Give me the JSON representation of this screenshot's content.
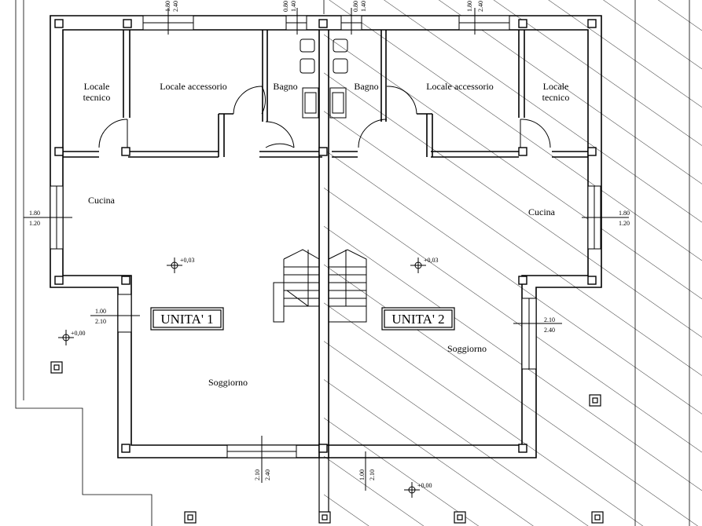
{
  "units": [
    {
      "id": "unit1",
      "label": "UNITA' 1"
    },
    {
      "id": "unit2",
      "label": "UNITA' 2"
    }
  ],
  "rooms": {
    "unit1": {
      "locale_tecnico": [
        "Locale",
        "tecnico"
      ],
      "locale_accessorio": "Locale accessorio",
      "bagno": "Bagno",
      "cucina": "Cucina",
      "soggiorno": "Soggiorno"
    },
    "unit2": {
      "locale_tecnico": [
        "Locale",
        "tecnico"
      ],
      "locale_accessorio": "Locale accessorio",
      "bagno": "Bagno",
      "cucina": "Cucina",
      "soggiorno": "Soggiorno"
    }
  },
  "dimensions": {
    "top_window_1": [
      "1.80",
      "2.40"
    ],
    "top_bath_1": [
      "0.80",
      "1.40"
    ],
    "top_bath_2": [
      "0.80",
      "1.40"
    ],
    "top_window_2": [
      "1.80",
      "2.40"
    ],
    "left_kitchen": [
      "1.80",
      "1.20"
    ],
    "right_kitchen": [
      "1.80",
      "1.20"
    ],
    "left_entry": [
      "1.00",
      "2.10"
    ],
    "right_living": [
      "2.10",
      "2.40"
    ],
    "bottom_window": [
      "2.10",
      "2.40"
    ],
    "bottom_door": [
      "1.00",
      "2.10"
    ]
  },
  "elevations": {
    "unit1_floor": "+0,03",
    "unit2_floor": "+0,03",
    "exterior_left": "+0,00",
    "exterior_bottom": "+0,00"
  }
}
